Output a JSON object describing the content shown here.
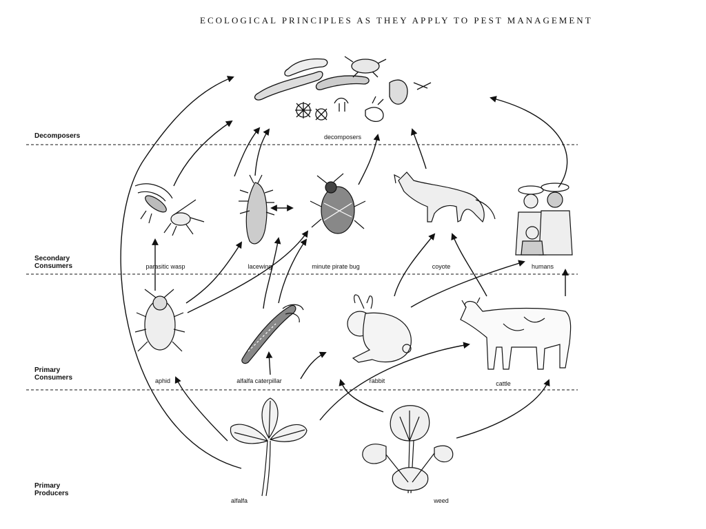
{
  "title": "ECOLOGICAL PRINCIPLES AS THEY APPLY TO PEST MANAGEMENT",
  "levels": {
    "decomposers": "Decomposers",
    "secondary_line1": "Secondary",
    "secondary_line2": "Consumers",
    "primary_cons_line1": "Primary",
    "primary_cons_line2": "Consumers",
    "producers_line1": "Primary",
    "producers_line2": "Producers"
  },
  "organisms": {
    "decomposers": "decomposers",
    "parasitic_wasp": "parasitic wasp",
    "lacewing": "lacewing",
    "minute_pirate_bug": "minute pirate bug",
    "coyote": "coyote",
    "humans": "humans",
    "aphid": "aphid",
    "alfalfa_caterpillar": "alfalfa caterpillar",
    "rabbit": "rabbit",
    "cattle": "cattle",
    "alfalfa": "alfalfa",
    "weed": "weed"
  },
  "colors": {
    "ink": "#111111",
    "background": "#ffffff"
  }
}
